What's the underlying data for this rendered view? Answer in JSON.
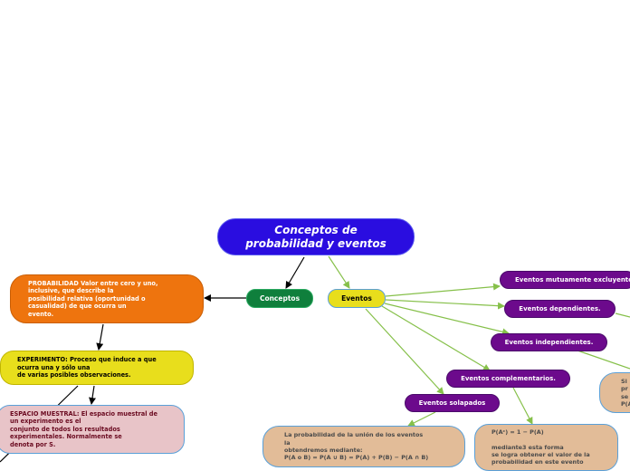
{
  "map": {
    "root": {
      "title": "Conceptos de\nprobabilidad y eventos",
      "color": "#2a0de0"
    },
    "conceptos": {
      "label": "Conceptos",
      "probabilidad": "PROBABILIDAD Valor entre cero y uno,\ninclusive, que describe la\nposibilidad relativa (oportunidad o\ncasualidad) de que ocurra un\nevento.",
      "experimento": "EXPERIMENTO: Proceso que induce a que\nocurra una y sólo una\nde varias posibles observaciones.",
      "espacio": "ESPACIO MUESTRAL: El espacio muestral de\nun experimento es el\nconjunto de todos los resultados\nexperimentales. Normalmente se\ndenota por S."
    },
    "eventos": {
      "label": "Eventos",
      "mutuamente": "Eventos mutuamente excluyentes",
      "dependientes": "Eventos dependientes.",
      "independientes": "Eventos independientes.",
      "complementarios": "Eventos complementarios.",
      "solapados": "Eventos solapados",
      "union_text": "La probabilidad de la unión de los eventos\nla\n obtendremos mediante:\nP(A o B) = P(A ∪ B) = P(A) + P(B) − P(A ∩ B)",
      "complement_text": "P(Aᶜ) = 1 − P(A)\n\nmediante3 esta forma\nse logra obtener el valor de la\nprobabilidad en este evento",
      "right_partial": "Si\npr\nse\nP(A"
    }
  }
}
